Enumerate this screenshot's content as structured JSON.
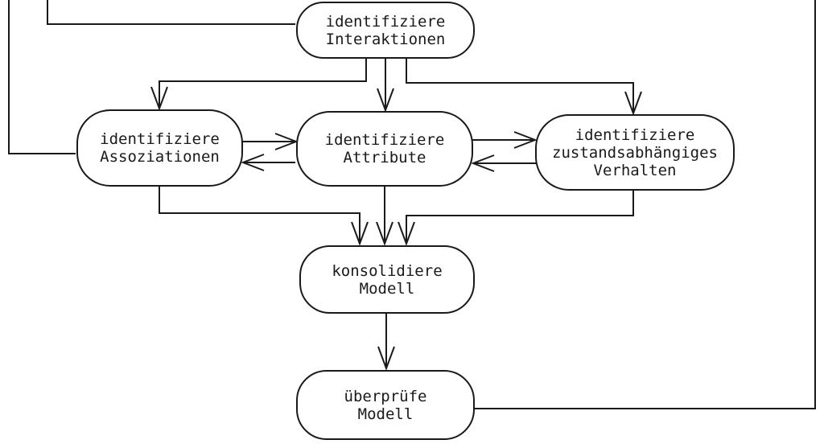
{
  "nodes": [
    {
      "id": "identifiziere-interaktionen",
      "label": "identifiziere\nInteraktionen"
    },
    {
      "id": "identifiziere-assoziationen",
      "label": "identifiziere\nAssoziationen"
    },
    {
      "id": "identifiziere-attribute",
      "label": "identifiziere\nAttribute"
    },
    {
      "id": "identifiziere-zustandsabhaengiges-verhalten",
      "label": "identifiziere\nzustandsabhängiges\nVerhalten"
    },
    {
      "id": "konsolidiere-modell",
      "label": "konsolidiere\nModell"
    },
    {
      "id": "ueberpruefe-modell",
      "label": "überprüfe\nModell"
    }
  ],
  "edges": [
    {
      "from": "offscreen-top-left-outer",
      "to": "identifiziere-assoziationen"
    },
    {
      "from": "offscreen-top-left-inner",
      "to": "identifiziere-interaktionen"
    },
    {
      "from": "identifiziere-interaktionen",
      "to": "identifiziere-assoziationen"
    },
    {
      "from": "identifiziere-interaktionen",
      "to": "identifiziere-attribute"
    },
    {
      "from": "identifiziere-interaktionen",
      "to": "identifiziere-zustandsabhaengiges-verhalten"
    },
    {
      "from": "identifiziere-assoziationen",
      "to": "identifiziere-attribute"
    },
    {
      "from": "identifiziere-attribute",
      "to": "identifiziere-assoziationen"
    },
    {
      "from": "identifiziere-attribute",
      "to": "identifiziere-zustandsabhaengiges-verhalten"
    },
    {
      "from": "identifiziere-zustandsabhaengiges-verhalten",
      "to": "identifiziere-attribute"
    },
    {
      "from": "identifiziere-assoziationen",
      "to": "konsolidiere-modell"
    },
    {
      "from": "identifiziere-attribute",
      "to": "konsolidiere-modell"
    },
    {
      "from": "identifiziere-zustandsabhaengiges-verhalten",
      "to": "konsolidiere-modell"
    },
    {
      "from": "konsolidiere-modell",
      "to": "ueberpruefe-modell"
    },
    {
      "from": "ueberpruefe-modell",
      "to": "offscreen-top-right"
    }
  ],
  "colors": {
    "line": "#1a1a1a",
    "node_fill": "#ffffff",
    "background": "#ffffff"
  }
}
